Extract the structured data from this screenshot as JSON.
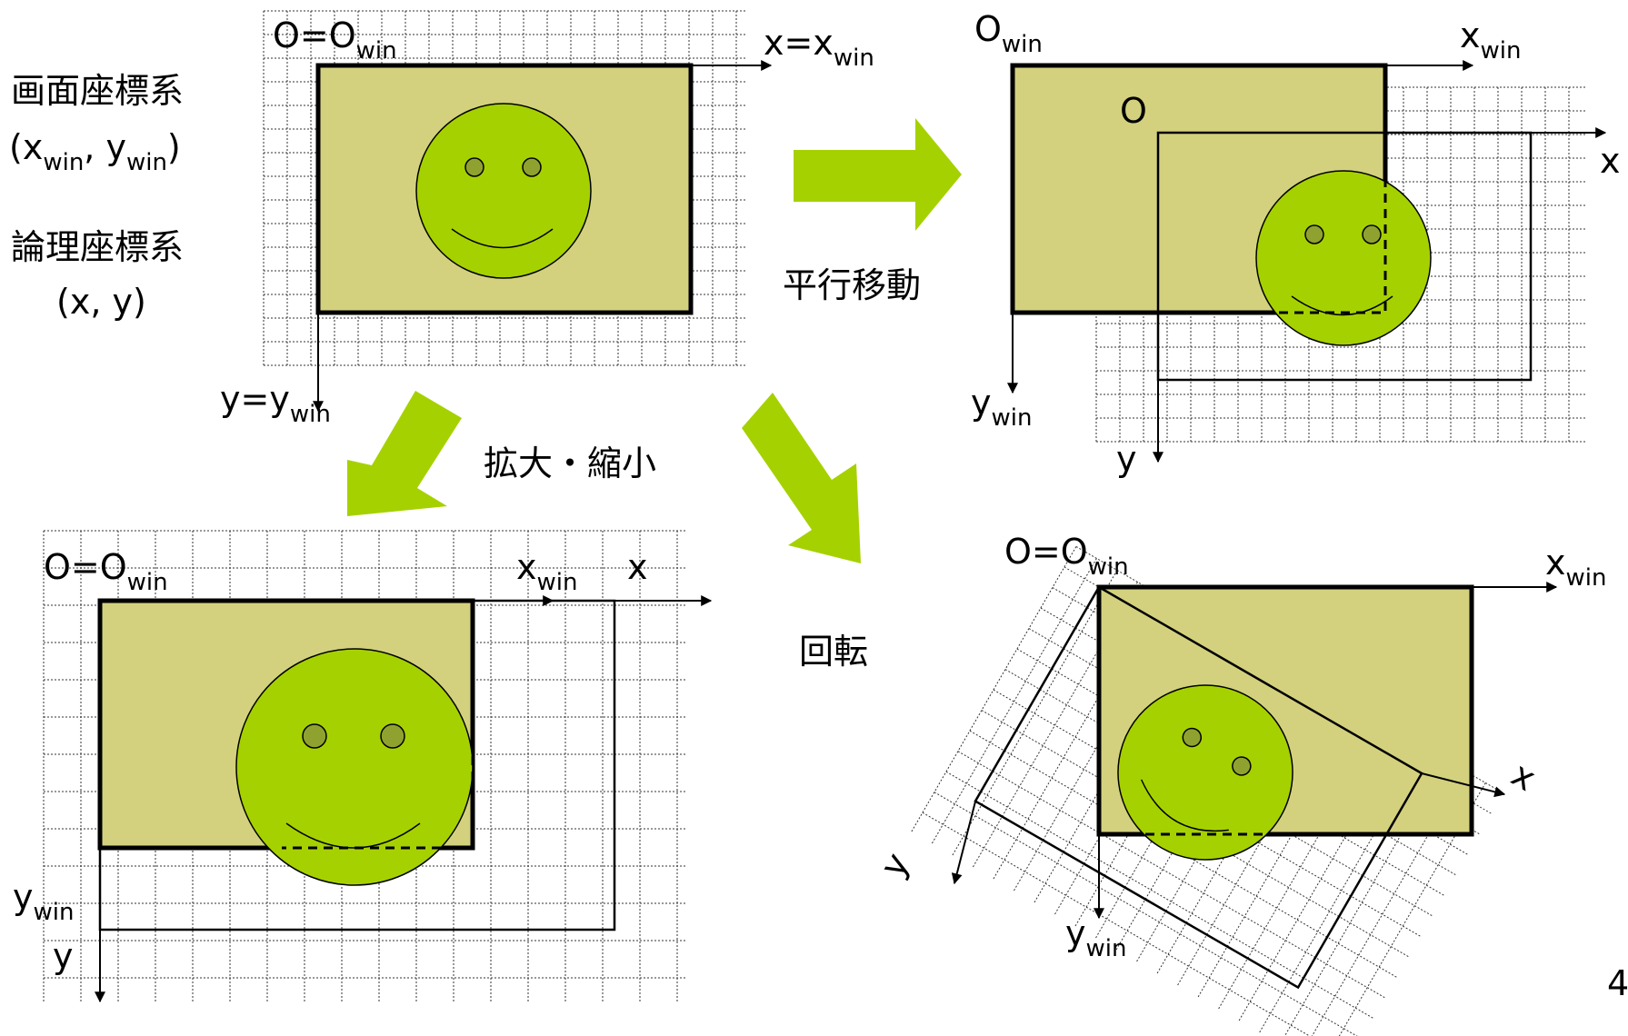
{
  "left_labels": {
    "screen_system": "画面座標系",
    "screen_coords": {
      "open": "(x",
      "win1": "win",
      "mid": ", y",
      "win2": "win",
      "close": ")"
    },
    "logical_system": "論理座標系",
    "logical_coords": "(x, y)"
  },
  "operations": {
    "translate": "平行移動",
    "scale": "拡大・縮小",
    "rotate": "回転"
  },
  "panel_original": {
    "origin": {
      "base": "O=O",
      "sub": "win"
    },
    "x_axis": {
      "base": "x=x",
      "sub": "win"
    },
    "y_axis": {
      "base": "y=y",
      "sub": "win"
    }
  },
  "panel_translate": {
    "origin_win": {
      "base": "O",
      "sub": "win"
    },
    "origin_logical": "O",
    "x_win": {
      "base": "x",
      "sub": "win"
    },
    "x_logical": "x",
    "y_win": {
      "base": "y",
      "sub": "win"
    },
    "y_logical": "y"
  },
  "panel_scale": {
    "origin": {
      "base": "O=O",
      "sub": "win"
    },
    "x_win": {
      "base": "x",
      "sub": "win"
    },
    "x_logical": "x",
    "y_win": {
      "base": "y",
      "sub": "win"
    },
    "y_logical": "y"
  },
  "panel_rotate": {
    "origin": {
      "base": "O=O",
      "sub": "win"
    },
    "x_win": {
      "base": "x",
      "sub": "win"
    },
    "x_logical": "x",
    "y_win": {
      "base": "y",
      "sub": "win"
    },
    "y_logical": "y"
  },
  "page_number": "4",
  "colors": {
    "window_fill": "#d3d17e",
    "face_fill": "#a6d100",
    "eye_fill": "#8fa230",
    "big_arrow": "#a6d100",
    "grid": "#333333"
  },
  "icons": [
    "smiley-face-icon",
    "big-arrow-icon"
  ]
}
